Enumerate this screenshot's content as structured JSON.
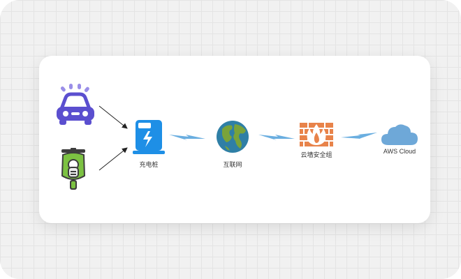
{
  "nodes": {
    "charger": {
      "label": "充电桩"
    },
    "internet": {
      "label": "互联网"
    },
    "firewall": {
      "label": "云墙安全组"
    },
    "aws": {
      "label": "AWS Cloud"
    }
  },
  "colors": {
    "car": "#5b4fcf",
    "scooter": "#7cc242",
    "charger": "#1e8fe6",
    "globe_water": "#2f7fa6",
    "globe_land": "#7aa33a",
    "firewall_brick": "#e8834a",
    "fire": "#ffffff",
    "cloud": "#6ea8d8",
    "link": "#6aaee0"
  }
}
